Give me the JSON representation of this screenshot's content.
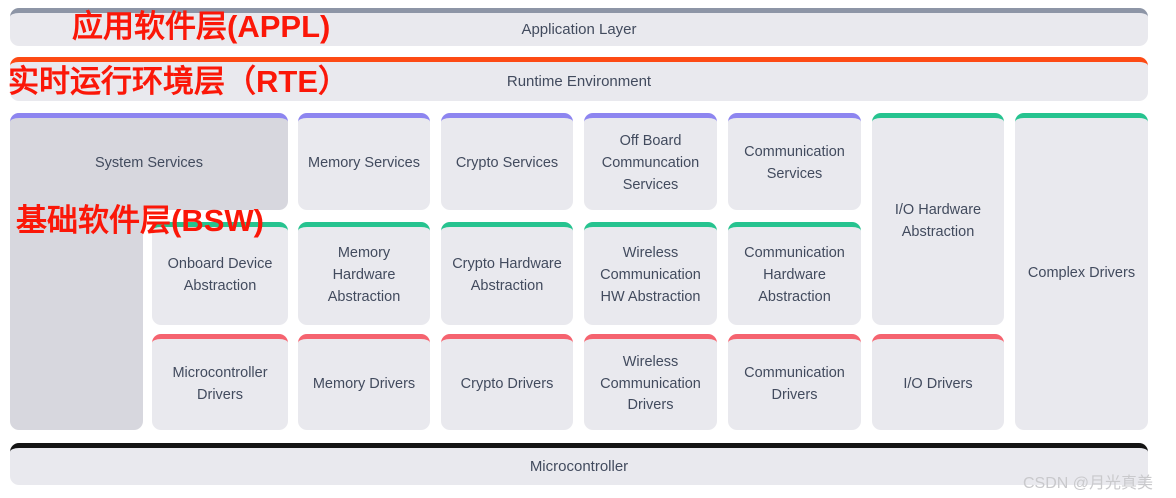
{
  "annotations": {
    "appl": "应用软件层(APPL)",
    "rte": "实时运行环境层（RTE）",
    "bsw": "基础软件层(BSW)"
  },
  "layers": {
    "application": "Application Layer",
    "runtime": "Runtime Environment",
    "microcontroller": "Microcontroller"
  },
  "blocks": {
    "system_services": "System Services",
    "onboard_device_abstraction": "Onboard Device Abstraction",
    "microcontroller_drivers": "Microcontroller Drivers",
    "memory_services": "Memory Services",
    "memory_hardware_abstraction": "Memory Hardware Abstraction",
    "memory_drivers": "Memory Drivers",
    "crypto_services": "Crypto Services",
    "crypto_hardware_abstraction": "Crypto Hardware Abstraction",
    "crypto_drivers": "Crypto Drivers",
    "offboard_communication_services": "Off Board Communcation Services",
    "wireless_communication_hw_abstraction": "Wireless Communication HW Abstraction",
    "wireless_communication_drivers": "Wireless Communication Drivers",
    "communication_services": "Communication Services",
    "communication_hardware_abstraction": "Communication Hardware Abstraction",
    "communication_drivers": "Communication Drivers",
    "io_hardware_abstraction": "I/O Hardware Abstraction",
    "io_drivers": "I/O Drivers",
    "complex_drivers": "Complex Drivers"
  },
  "watermark": "CSDN @月光真美",
  "colors": {
    "accent_purple": "#8d85f0",
    "accent_green": "#26c38f",
    "accent_red": "#f5636f",
    "accent_orange": "#fd4a14",
    "accent_gray": "#8d95a6",
    "accent_black": "#141414",
    "annotation_red": "#fb1708",
    "block_fill": "#e9e9ee",
    "system_fill": "#d7d7de",
    "label_text": "#424b5e"
  }
}
